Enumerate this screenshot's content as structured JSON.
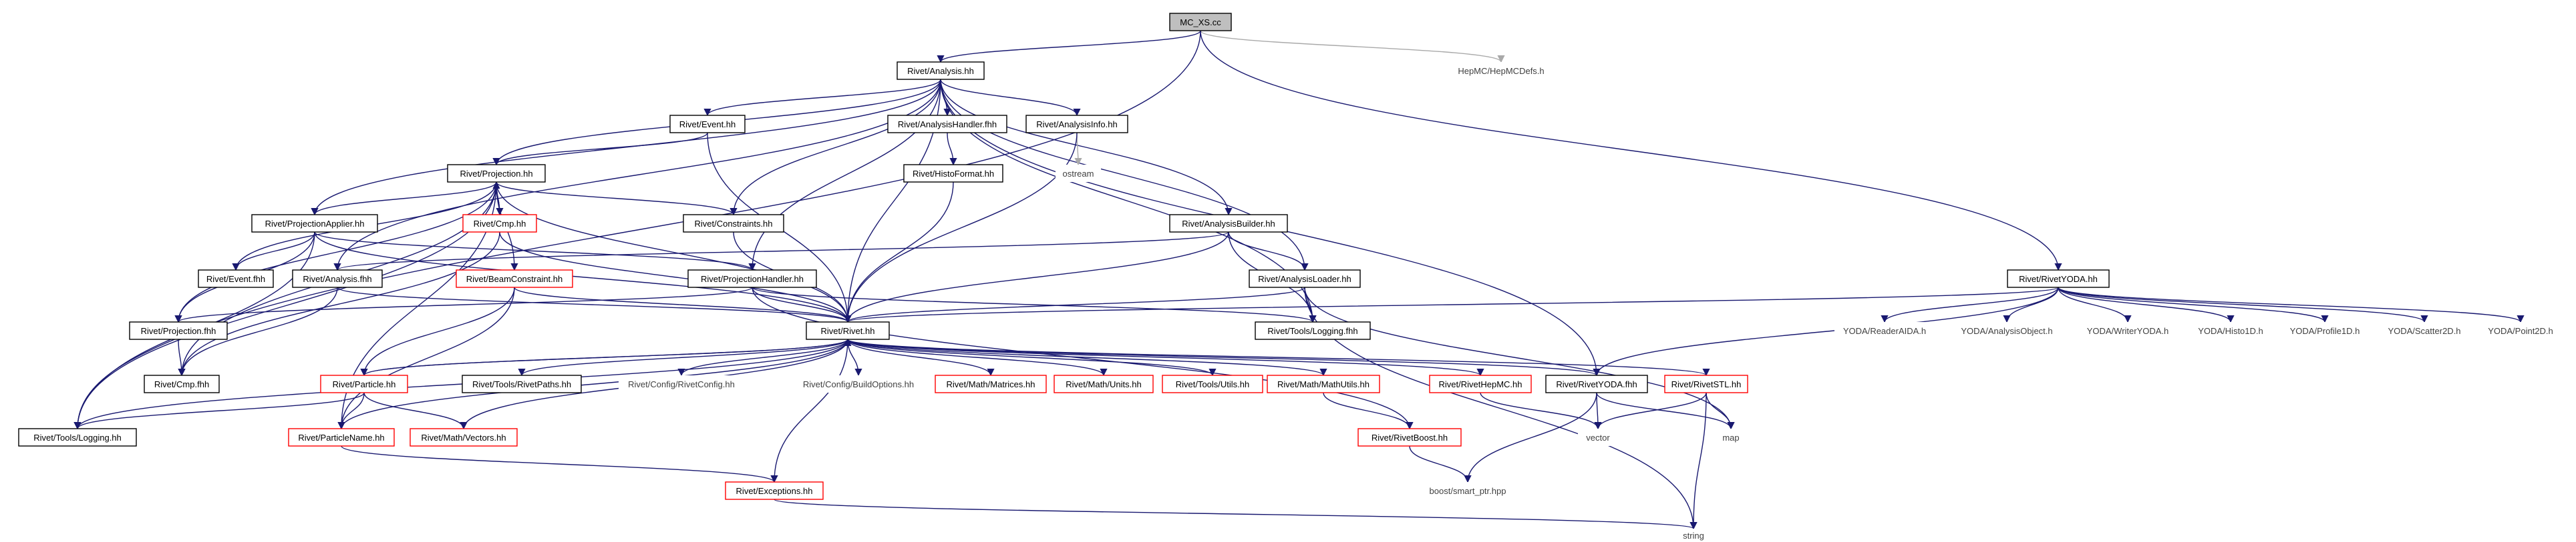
{
  "colors": {
    "edge": "#191970",
    "edge_faint": "#a9a9a9",
    "box_black": "#000000",
    "box_red": "#ff0000",
    "box_gray": "#bfbfbf",
    "root_fill": "#bfbfbf",
    "text": "#000000",
    "text_gray": "#404040"
  },
  "nodes": [
    {
      "id": "mc_xs",
      "label": "MC_XS.cc",
      "kind": "root"
    },
    {
      "id": "analysis_hh",
      "label": "Rivet/Analysis.hh",
      "kind": "black"
    },
    {
      "id": "hepmcdefs",
      "label": "HepMC/HepMCDefs.h",
      "kind": "gray"
    },
    {
      "id": "event_hh",
      "label": "Rivet/Event.hh",
      "kind": "black"
    },
    {
      "id": "analysishandler_fhh",
      "label": "Rivet/AnalysisHandler.fhh",
      "kind": "black"
    },
    {
      "id": "analysisinfo_hh",
      "label": "Rivet/AnalysisInfo.hh",
      "kind": "black"
    },
    {
      "id": "histoformat_hh",
      "label": "Rivet/HistoFormat.hh",
      "kind": "black"
    },
    {
      "id": "ostream",
      "label": "ostream",
      "kind": "gray"
    },
    {
      "id": "projection_hh",
      "label": "Rivet/Projection.hh",
      "kind": "black"
    },
    {
      "id": "cmp_hh",
      "label": "Rivet/Cmp.hh",
      "kind": "red"
    },
    {
      "id": "constraints_hh",
      "label": "Rivet/Constraints.hh",
      "kind": "black"
    },
    {
      "id": "projectionapplier_hh",
      "label": "Rivet/ProjectionApplier.hh",
      "kind": "black"
    },
    {
      "id": "event_fhh",
      "label": "Rivet/Event.fhh",
      "kind": "black"
    },
    {
      "id": "analysis_fhh",
      "label": "Rivet/Analysis.fhh",
      "kind": "black"
    },
    {
      "id": "beamconstraint_hh",
      "label": "Rivet/BeamConstraint.hh",
      "kind": "red"
    },
    {
      "id": "projectionhandler_hh",
      "label": "Rivet/ProjectionHandler.hh",
      "kind": "black"
    },
    {
      "id": "analysisbuilder_hh",
      "label": "Rivet/AnalysisBuilder.hh",
      "kind": "black"
    },
    {
      "id": "analysisloader_hh",
      "label": "Rivet/AnalysisLoader.hh",
      "kind": "black"
    },
    {
      "id": "rivetyoda_hh",
      "label": "Rivet/RivetYODA.hh",
      "kind": "black"
    },
    {
      "id": "projection_fhh",
      "label": "Rivet/Projection.fhh",
      "kind": "black"
    },
    {
      "id": "cmp_fhh",
      "label": "Rivet/Cmp.fhh",
      "kind": "black"
    },
    {
      "id": "rivet_hh",
      "label": "Rivet/Rivet.hh",
      "kind": "black"
    },
    {
      "id": "tools_logging_fhh",
      "label": "Rivet/Tools/Logging.fhh",
      "kind": "black"
    },
    {
      "id": "particle_hh",
      "label": "Rivet/Particle.hh",
      "kind": "red"
    },
    {
      "id": "tools_rivetpaths_hh",
      "label": "Rivet/Tools/RivetPaths.hh",
      "kind": "black"
    },
    {
      "id": "config_rivetconfig_hh",
      "label": "Rivet/Config/RivetConfig.hh",
      "kind": "gray"
    },
    {
      "id": "config_buildoptions_hh",
      "label": "Rivet/Config/BuildOptions.hh",
      "kind": "gray"
    },
    {
      "id": "math_matrices_hh",
      "label": "Rivet/Math/Matrices.hh",
      "kind": "red"
    },
    {
      "id": "math_units_hh",
      "label": "Rivet/Math/Units.hh",
      "kind": "red"
    },
    {
      "id": "tools_utils_hh",
      "label": "Rivet/Tools/Utils.hh",
      "kind": "red"
    },
    {
      "id": "math_mathutils_hh",
      "label": "Rivet/Math/MathUtils.hh",
      "kind": "red"
    },
    {
      "id": "rivethepmc_hh",
      "label": "Rivet/RivetHepMC.hh",
      "kind": "red"
    },
    {
      "id": "rivetyoda_fhh",
      "label": "Rivet/RivetYODA.fhh",
      "kind": "black"
    },
    {
      "id": "rivetstl_hh",
      "label": "Rivet/RivetSTL.hh",
      "kind": "red"
    },
    {
      "id": "tools_logging_hh",
      "label": "Rivet/Tools/Logging.hh",
      "kind": "black"
    },
    {
      "id": "particlename_hh",
      "label": "Rivet/ParticleName.hh",
      "kind": "red"
    },
    {
      "id": "math_vectors_hh",
      "label": "Rivet/Math/Vectors.hh",
      "kind": "red"
    },
    {
      "id": "rivetboost_hh",
      "label": "Rivet/RivetBoost.hh",
      "kind": "red"
    },
    {
      "id": "vector",
      "label": "vector",
      "kind": "gray"
    },
    {
      "id": "map",
      "label": "map",
      "kind": "gray"
    },
    {
      "id": "boost_smart_ptr",
      "label": "boost/smart_ptr.hpp",
      "kind": "gray"
    },
    {
      "id": "exceptions_hh",
      "label": "Rivet/Exceptions.hh",
      "kind": "red"
    },
    {
      "id": "string",
      "label": "string",
      "kind": "gray"
    },
    {
      "id": "yoda_readeraida",
      "label": "YODA/ReaderAIDA.h",
      "kind": "gray"
    },
    {
      "id": "yoda_analysisobject",
      "label": "YODA/AnalysisObject.h",
      "kind": "gray"
    },
    {
      "id": "yoda_writeryoda",
      "label": "YODA/WriterYODA.h",
      "kind": "gray"
    },
    {
      "id": "yoda_histo1d",
      "label": "YODA/Histo1D.h",
      "kind": "gray"
    },
    {
      "id": "yoda_profile1d",
      "label": "YODA/Profile1D.h",
      "kind": "gray"
    },
    {
      "id": "yoda_scatter2d",
      "label": "YODA/Scatter2D.h",
      "kind": "gray"
    },
    {
      "id": "yoda_point2d",
      "label": "YODA/Point2D.h",
      "kind": "gray"
    }
  ],
  "edges": [
    [
      "mc_xs",
      "analysis_hh"
    ],
    [
      "mc_xs",
      "hepmcdefs"
    ],
    [
      "mc_xs",
      "rivetyoda_hh"
    ],
    [
      "mc_xs",
      "tools_logging_hh"
    ],
    [
      "analysis_hh",
      "event_hh"
    ],
    [
      "analysis_hh",
      "analysishandler_fhh"
    ],
    [
      "analysis_hh",
      "analysisinfo_hh"
    ],
    [
      "analysis_hh",
      "projection_hh"
    ],
    [
      "analysis_hh",
      "constraints_hh"
    ],
    [
      "analysis_hh",
      "projectionapplier_hh"
    ],
    [
      "analysis_hh",
      "analysis_fhh"
    ],
    [
      "analysis_hh",
      "projectionhandler_hh"
    ],
    [
      "analysis_hh",
      "analysisbuilder_hh"
    ],
    [
      "analysis_hh",
      "analysisloader_hh"
    ],
    [
      "analysis_hh",
      "rivet_hh"
    ],
    [
      "analysis_hh",
      "rivetyoda_fhh"
    ],
    [
      "analysis_hh",
      "tools_logging_fhh"
    ],
    [
      "event_hh",
      "projection_hh"
    ],
    [
      "event_hh",
      "rivet_hh"
    ],
    [
      "analysishandler_fhh",
      "histoformat_hh"
    ],
    [
      "histoformat_hh",
      "rivet_hh"
    ],
    [
      "analysisinfo_hh",
      "ostream"
    ],
    [
      "analysisinfo_hh",
      "rivet_hh"
    ],
    [
      "projection_hh",
      "cmp_hh"
    ],
    [
      "projection_hh",
      "constraints_hh"
    ],
    [
      "projection_hh",
      "projectionapplier_hh"
    ],
    [
      "projection_hh",
      "event_fhh"
    ],
    [
      "projection_hh",
      "projection_fhh"
    ],
    [
      "projection_hh",
      "cmp_fhh"
    ],
    [
      "projection_hh",
      "rivet_hh"
    ],
    [
      "projection_hh",
      "tools_logging_hh"
    ],
    [
      "projection_hh",
      "beamconstraint_hh"
    ],
    [
      "projection_hh",
      "particlename_hh"
    ],
    [
      "cmp_hh",
      "projection_hh"
    ],
    [
      "cmp_hh",
      "cmp_fhh"
    ],
    [
      "cmp_hh",
      "rivet_hh"
    ],
    [
      "constraints_hh",
      "rivet_hh"
    ],
    [
      "projectionapplier_hh",
      "event_fhh"
    ],
    [
      "projectionapplier_hh",
      "projection_fhh"
    ],
    [
      "projectionapplier_hh",
      "projectionhandler_hh"
    ],
    [
      "projectionapplier_hh",
      "rivet_hh"
    ],
    [
      "projectionapplier_hh",
      "tools_logging_hh"
    ],
    [
      "analysis_fhh",
      "cmp_fhh"
    ],
    [
      "analysis_fhh",
      "rivet_hh"
    ],
    [
      "beamconstraint_hh",
      "particle_hh"
    ],
    [
      "beamconstraint_hh",
      "rivet_hh"
    ],
    [
      "beamconstraint_hh",
      "particlename_hh"
    ],
    [
      "projectionhandler_hh",
      "projection_fhh"
    ],
    [
      "projectionhandler_hh",
      "rivet_hh"
    ],
    [
      "projectionhandler_hh",
      "tools_logging_fhh"
    ],
    [
      "projectionhandler_hh",
      "rivetboost_hh"
    ],
    [
      "analysisbuilder_hh",
      "analysis_fhh"
    ],
    [
      "analysisbuilder_hh",
      "analysisloader_hh"
    ],
    [
      "analysisbuilder_hh",
      "rivet_hh"
    ],
    [
      "analysisbuilder_hh",
      "tools_logging_fhh"
    ],
    [
      "analysisloader_hh",
      "rivet_hh"
    ],
    [
      "analysisloader_hh",
      "tools_logging_fhh"
    ],
    [
      "analysisloader_hh",
      "map"
    ],
    [
      "analysisloader_hh",
      "string"
    ],
    [
      "rivetyoda_hh",
      "rivet_hh"
    ],
    [
      "rivetyoda_hh",
      "rivetyoda_fhh"
    ],
    [
      "rivetyoda_hh",
      "yoda_readeraida"
    ],
    [
      "rivetyoda_hh",
      "yoda_analysisobject"
    ],
    [
      "rivetyoda_hh",
      "yoda_writeryoda"
    ],
    [
      "rivetyoda_hh",
      "yoda_histo1d"
    ],
    [
      "rivetyoda_hh",
      "yoda_profile1d"
    ],
    [
      "rivetyoda_hh",
      "yoda_scatter2d"
    ],
    [
      "rivetyoda_hh",
      "yoda_point2d"
    ],
    [
      "projection_fhh",
      "cmp_fhh"
    ],
    [
      "rivet_hh",
      "particle_hh"
    ],
    [
      "rivet_hh",
      "tools_rivetpaths_hh"
    ],
    [
      "rivet_hh",
      "config_rivetconfig_hh"
    ],
    [
      "rivet_hh",
      "config_buildoptions_hh"
    ],
    [
      "rivet_hh",
      "math_matrices_hh"
    ],
    [
      "rivet_hh",
      "math_units_hh"
    ],
    [
      "rivet_hh",
      "tools_utils_hh"
    ],
    [
      "rivet_hh",
      "math_mathutils_hh"
    ],
    [
      "rivet_hh",
      "rivethepmc_hh"
    ],
    [
      "rivet_hh",
      "rivetyoda_fhh"
    ],
    [
      "rivet_hh",
      "rivetstl_hh"
    ],
    [
      "rivet_hh",
      "tools_logging_hh"
    ],
    [
      "rivet_hh",
      "particlename_hh"
    ],
    [
      "rivet_hh",
      "math_vectors_hh"
    ],
    [
      "rivet_hh",
      "exceptions_hh"
    ],
    [
      "particle_hh",
      "rivet_hh"
    ],
    [
      "particle_hh",
      "tools_logging_hh"
    ],
    [
      "particle_hh",
      "particlename_hh"
    ],
    [
      "particle_hh",
      "math_vectors_hh"
    ],
    [
      "math_mathutils_hh",
      "rivetboost_hh"
    ],
    [
      "rivethepmc_hh",
      "vector"
    ],
    [
      "rivetyoda_fhh",
      "vector"
    ],
    [
      "rivetyoda_fhh",
      "map"
    ],
    [
      "rivetyoda_fhh",
      "boost_smart_ptr"
    ],
    [
      "rivetstl_hh",
      "vector"
    ],
    [
      "rivetstl_hh",
      "map"
    ],
    [
      "rivetstl_hh",
      "string"
    ],
    [
      "rivetboost_hh",
      "boost_smart_ptr"
    ],
    [
      "particlename_hh",
      "exceptions_hh"
    ],
    [
      "exceptions_hh",
      "string"
    ]
  ]
}
